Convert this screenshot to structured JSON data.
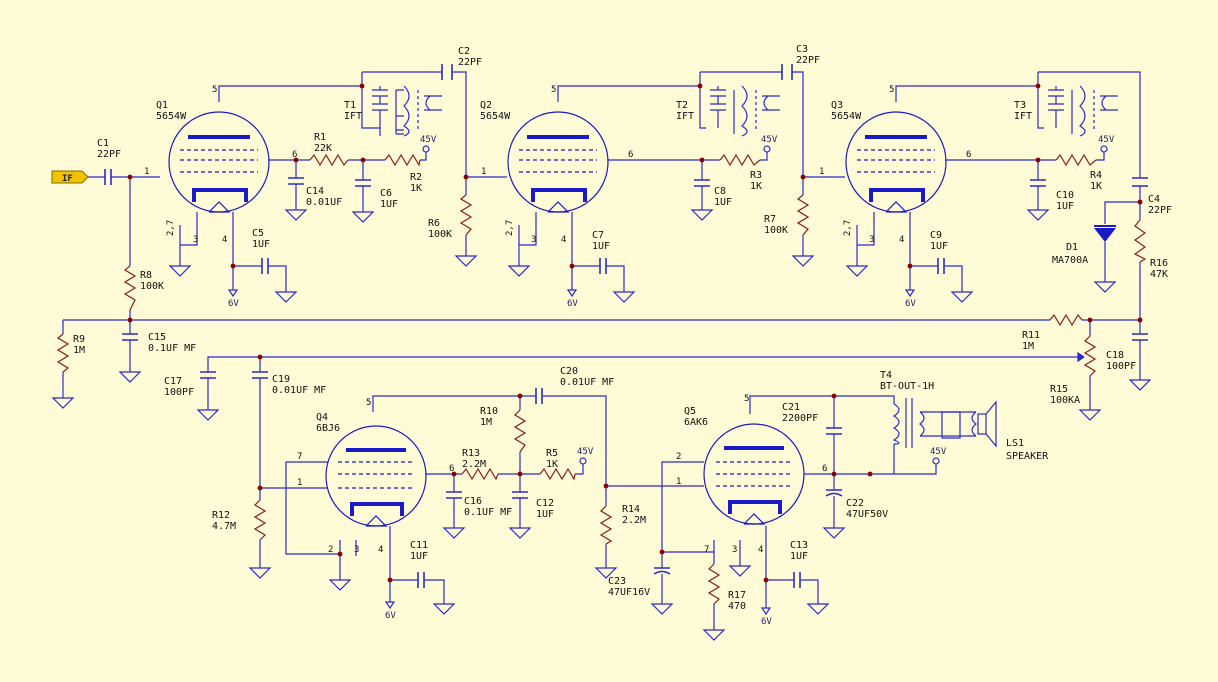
{
  "colors": {
    "background": "#fffbd6",
    "wire": "#2a2ad0",
    "tube_element": "#1a1ac8",
    "resistor": "#8b1a1a",
    "junction": "#8b0000",
    "text": "#111111",
    "if_flag": "#f2c400",
    "diode": "#1a1ac8"
  },
  "input_label": "IF",
  "tubes": [
    {
      "ref": "Q1",
      "value": "5654W"
    },
    {
      "ref": "Q2",
      "value": "5654W"
    },
    {
      "ref": "Q3",
      "value": "5654W"
    },
    {
      "ref": "Q4",
      "value": "6BJ6"
    },
    {
      "ref": "Q5",
      "value": "6AK6"
    }
  ],
  "transformers": [
    {
      "ref": "T1",
      "value": "IFT"
    },
    {
      "ref": "T2",
      "value": "IFT"
    },
    {
      "ref": "T3",
      "value": "IFT"
    },
    {
      "ref": "T4",
      "value": "BT-OUT-1H"
    }
  ],
  "resistors": [
    {
      "ref": "R1",
      "value": "22K"
    },
    {
      "ref": "R2",
      "value": "1K"
    },
    {
      "ref": "R3",
      "value": "1K"
    },
    {
      "ref": "R4",
      "value": "1K"
    },
    {
      "ref": "R5",
      "value": "1K"
    },
    {
      "ref": "R6",
      "value": "100K"
    },
    {
      "ref": "R7",
      "value": "100K"
    },
    {
      "ref": "R8",
      "value": "100K"
    },
    {
      "ref": "R9",
      "value": "1M"
    },
    {
      "ref": "R10",
      "value": "1M"
    },
    {
      "ref": "R11",
      "value": "1M"
    },
    {
      "ref": "R12",
      "value": "4.7M"
    },
    {
      "ref": "R13",
      "value": "2.2M"
    },
    {
      "ref": "R14",
      "value": "2.2M"
    },
    {
      "ref": "R15",
      "value": "100KA"
    },
    {
      "ref": "R16",
      "value": "47K"
    },
    {
      "ref": "R17",
      "value": "470"
    }
  ],
  "capacitors": [
    {
      "ref": "C1",
      "value": "22PF"
    },
    {
      "ref": "C2",
      "value": "22PF"
    },
    {
      "ref": "C3",
      "value": "22PF"
    },
    {
      "ref": "C4",
      "value": "22PF"
    },
    {
      "ref": "C5",
      "value": "1UF"
    },
    {
      "ref": "C6",
      "value": "1UF"
    },
    {
      "ref": "C7",
      "value": "1UF"
    },
    {
      "ref": "C8",
      "value": "1UF"
    },
    {
      "ref": "C9",
      "value": "1UF"
    },
    {
      "ref": "C10",
      "value": "1UF"
    },
    {
      "ref": "C11",
      "value": "1UF"
    },
    {
      "ref": "C12",
      "value": "1UF"
    },
    {
      "ref": "C13",
      "value": "1UF"
    },
    {
      "ref": "C14",
      "value": "0.01UF"
    },
    {
      "ref": "C15",
      "value": "0.1UF MF"
    },
    {
      "ref": "C16",
      "value": "0.1UF MF"
    },
    {
      "ref": "C17",
      "value": "100PF"
    },
    {
      "ref": "C18",
      "value": "100PF"
    },
    {
      "ref": "C19",
      "value": "0.01UF MF"
    },
    {
      "ref": "C20",
      "value": "0.01UF MF"
    },
    {
      "ref": "C21",
      "value": "2200PF"
    },
    {
      "ref": "C22",
      "value": "47UF50V"
    },
    {
      "ref": "C23",
      "value": "47UF16V"
    }
  ],
  "diode": {
    "ref": "D1",
    "value": "MA700A"
  },
  "speaker": {
    "ref": "LS1",
    "value": "SPEAKER"
  },
  "supplies": {
    "b_plus": "45V",
    "heater": "6V"
  },
  "pin_numbers": [
    "1",
    "2",
    "3",
    "4",
    "5",
    "6",
    "7",
    "2,7"
  ]
}
